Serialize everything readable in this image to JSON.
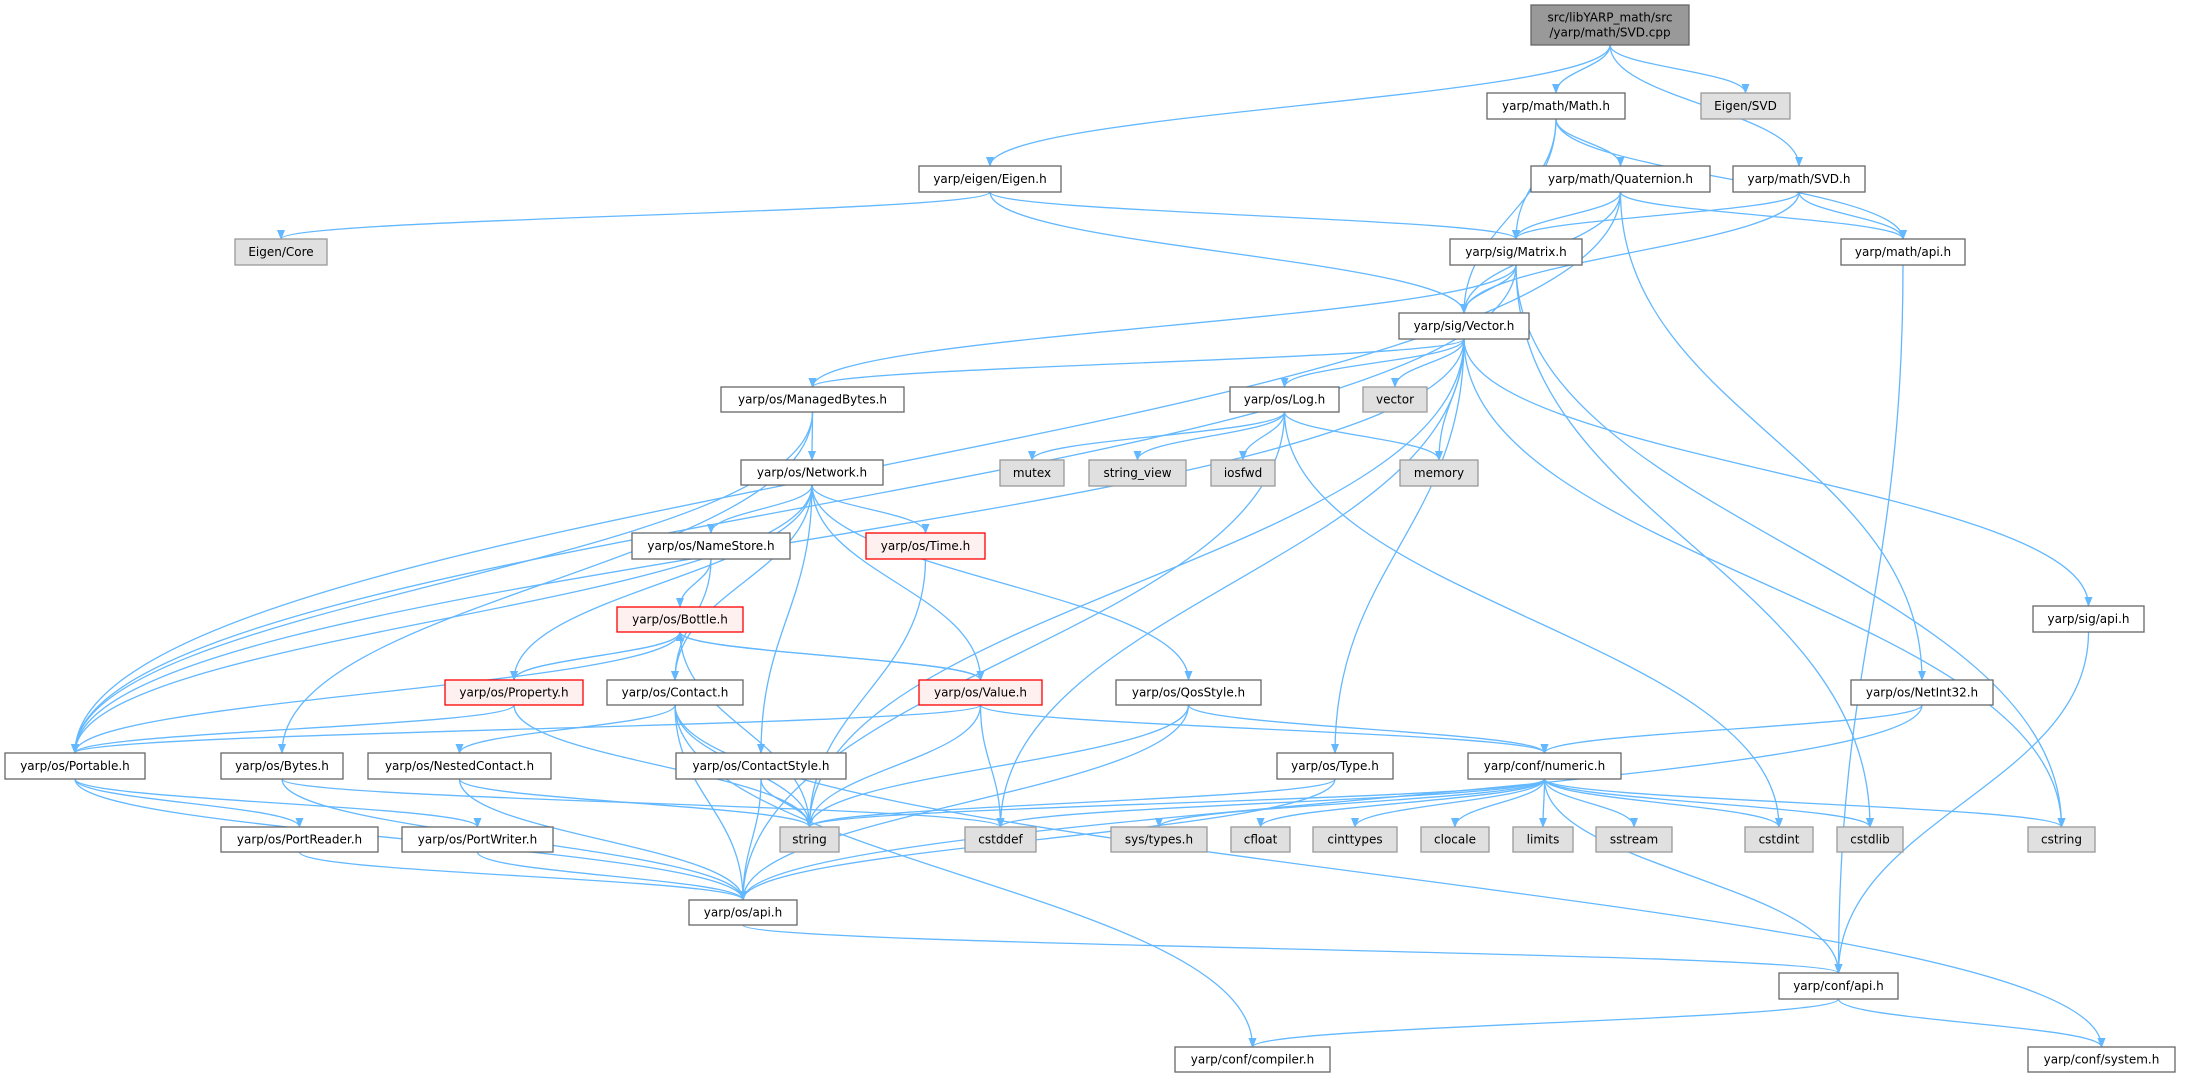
{
  "title": "src/libYARP_math/src/yarp/math/SVD.cpp",
  "colors": {
    "edge": "#63b8ff",
    "root_fill": "#999999",
    "sys_fill": "#e0e0e0",
    "red_border": "#ff0000",
    "red_fill": "#fff0f0",
    "node_border": "#666666"
  },
  "nodes": [
    {
      "id": "root",
      "label": [
        "src/libYARP_math/src",
        "/yarp/math/SVD.cpp"
      ],
      "kind": "root"
    },
    {
      "id": "eigensvd",
      "label": "Eigen/SVD",
      "kind": "system"
    },
    {
      "id": "math",
      "label": "yarp/math/Math.h",
      "kind": "normal"
    },
    {
      "id": "eigenh",
      "label": "yarp/eigen/Eigen.h",
      "kind": "normal"
    },
    {
      "id": "quat",
      "label": "yarp/math/Quaternion.h",
      "kind": "normal"
    },
    {
      "id": "svdh",
      "label": "yarp/math/SVD.h",
      "kind": "normal"
    },
    {
      "id": "eigencore",
      "label": "Eigen/Core",
      "kind": "system"
    },
    {
      "id": "matrix",
      "label": "yarp/sig/Matrix.h",
      "kind": "normal"
    },
    {
      "id": "mathapi",
      "label": "yarp/math/api.h",
      "kind": "normal"
    },
    {
      "id": "vector",
      "label": "yarp/sig/Vector.h",
      "kind": "normal"
    },
    {
      "id": "managed",
      "label": "yarp/os/ManagedBytes.h",
      "kind": "normal"
    },
    {
      "id": "log",
      "label": "yarp/os/Log.h",
      "kind": "normal"
    },
    {
      "id": "vectorstd",
      "label": "vector",
      "kind": "system"
    },
    {
      "id": "network",
      "label": "yarp/os/Network.h",
      "kind": "normal"
    },
    {
      "id": "mutex",
      "label": "mutex",
      "kind": "system"
    },
    {
      "id": "stringview",
      "label": "string_view",
      "kind": "system"
    },
    {
      "id": "iosfwd",
      "label": "iosfwd",
      "kind": "system"
    },
    {
      "id": "memory",
      "label": "memory",
      "kind": "system"
    },
    {
      "id": "namestore",
      "label": "yarp/os/NameStore.h",
      "kind": "normal"
    },
    {
      "id": "time",
      "label": "yarp/os/Time.h",
      "kind": "red"
    },
    {
      "id": "sigapi",
      "label": "yarp/sig/api.h",
      "kind": "normal"
    },
    {
      "id": "bottle",
      "label": "yarp/os/Bottle.h",
      "kind": "red"
    },
    {
      "id": "property",
      "label": "yarp/os/Property.h",
      "kind": "red"
    },
    {
      "id": "contact",
      "label": "yarp/os/Contact.h",
      "kind": "normal"
    },
    {
      "id": "value",
      "label": "yarp/os/Value.h",
      "kind": "red"
    },
    {
      "id": "qos",
      "label": "yarp/os/QosStyle.h",
      "kind": "normal"
    },
    {
      "id": "netint",
      "label": "yarp/os/NetInt32.h",
      "kind": "normal"
    },
    {
      "id": "portable",
      "label": "yarp/os/Portable.h",
      "kind": "normal"
    },
    {
      "id": "bytes",
      "label": "yarp/os/Bytes.h",
      "kind": "normal"
    },
    {
      "id": "nested",
      "label": "yarp/os/NestedContact.h",
      "kind": "normal"
    },
    {
      "id": "cstyle",
      "label": "yarp/os/ContactStyle.h",
      "kind": "normal"
    },
    {
      "id": "type",
      "label": "yarp/os/Type.h",
      "kind": "normal"
    },
    {
      "id": "numeric",
      "label": "yarp/conf/numeric.h",
      "kind": "normal"
    },
    {
      "id": "preader",
      "label": "yarp/os/PortReader.h",
      "kind": "normal"
    },
    {
      "id": "pwriter",
      "label": "yarp/os/PortWriter.h",
      "kind": "normal"
    },
    {
      "id": "string",
      "label": "string",
      "kind": "system"
    },
    {
      "id": "cstddef",
      "label": "cstddef",
      "kind": "system"
    },
    {
      "id": "systypes",
      "label": "sys/types.h",
      "kind": "system"
    },
    {
      "id": "cfloat",
      "label": "cfloat",
      "kind": "system"
    },
    {
      "id": "cinttypes",
      "label": "cinttypes",
      "kind": "system"
    },
    {
      "id": "clocale",
      "label": "clocale",
      "kind": "system"
    },
    {
      "id": "limits",
      "label": "limits",
      "kind": "system"
    },
    {
      "id": "sstream",
      "label": "sstream",
      "kind": "system"
    },
    {
      "id": "cstdint",
      "label": "cstdint",
      "kind": "system"
    },
    {
      "id": "cstdlib",
      "label": "cstdlib",
      "kind": "system"
    },
    {
      "id": "cstring",
      "label": "cstring",
      "kind": "system"
    },
    {
      "id": "osapi",
      "label": "yarp/os/api.h",
      "kind": "normal"
    },
    {
      "id": "confapi",
      "label": "yarp/conf/api.h",
      "kind": "normal"
    },
    {
      "id": "compiler",
      "label": "yarp/conf/compiler.h",
      "kind": "normal"
    },
    {
      "id": "system",
      "label": "yarp/conf/system.h",
      "kind": "normal"
    }
  ],
  "edges": [
    [
      "root",
      "eigenh"
    ],
    [
      "root",
      "math"
    ],
    [
      "root",
      "svdh"
    ],
    [
      "root",
      "eigensvd"
    ],
    [
      "math",
      "quat"
    ],
    [
      "math",
      "matrix"
    ],
    [
      "math",
      "vector"
    ],
    [
      "math",
      "mathapi"
    ],
    [
      "eigenh",
      "eigencore"
    ],
    [
      "eigenh",
      "matrix"
    ],
    [
      "eigenh",
      "vector"
    ],
    [
      "quat",
      "matrix"
    ],
    [
      "quat",
      "vector"
    ],
    [
      "quat",
      "mathapi"
    ],
    [
      "quat",
      "portable"
    ],
    [
      "quat",
      "netint"
    ],
    [
      "svdh",
      "matrix"
    ],
    [
      "svdh",
      "vector"
    ],
    [
      "svdh",
      "mathapi"
    ],
    [
      "mathapi",
      "confapi"
    ],
    [
      "matrix",
      "vector"
    ],
    [
      "matrix",
      "managed"
    ],
    [
      "matrix",
      "portable"
    ],
    [
      "matrix",
      "cstdlib"
    ],
    [
      "matrix",
      "cstring"
    ],
    [
      "vector",
      "managed"
    ],
    [
      "vector",
      "portable"
    ],
    [
      "vector",
      "log"
    ],
    [
      "vector",
      "vectorstd"
    ],
    [
      "vector",
      "memory"
    ],
    [
      "vector",
      "string"
    ],
    [
      "vector",
      "type"
    ],
    [
      "vector",
      "cstddef"
    ],
    [
      "vector",
      "cstring"
    ],
    [
      "vector",
      "sigapi"
    ],
    [
      "managed",
      "network"
    ],
    [
      "managed",
      "portable"
    ],
    [
      "managed",
      "bytes"
    ],
    [
      "log",
      "mutex"
    ],
    [
      "log",
      "stringview"
    ],
    [
      "log",
      "iosfwd"
    ],
    [
      "log",
      "memory"
    ],
    [
      "log",
      "cstdint"
    ],
    [
      "log",
      "osapi"
    ],
    [
      "network",
      "namestore"
    ],
    [
      "network",
      "time"
    ],
    [
      "network",
      "value"
    ],
    [
      "network",
      "qos"
    ],
    [
      "network",
      "cstyle"
    ],
    [
      "network",
      "contact"
    ],
    [
      "network",
      "property"
    ],
    [
      "network",
      "portable"
    ],
    [
      "namestore",
      "bottle"
    ],
    [
      "namestore",
      "contact"
    ],
    [
      "bottle",
      "property"
    ],
    [
      "bottle",
      "value"
    ],
    [
      "bottle",
      "portable"
    ],
    [
      "bottle",
      "string"
    ],
    [
      "property",
      "bottle"
    ],
    [
      "property",
      "portable"
    ],
    [
      "property",
      "string"
    ],
    [
      "value",
      "bottle"
    ],
    [
      "value",
      "portable"
    ],
    [
      "value",
      "string"
    ],
    [
      "value",
      "cstddef"
    ],
    [
      "value",
      "numeric"
    ],
    [
      "time",
      "string"
    ],
    [
      "contact",
      "nested"
    ],
    [
      "contact",
      "string"
    ],
    [
      "contact",
      "osapi"
    ],
    [
      "contact",
      "compiler"
    ],
    [
      "contact",
      "system"
    ],
    [
      "qos",
      "string"
    ],
    [
      "qos",
      "osapi"
    ],
    [
      "qos",
      "numeric"
    ],
    [
      "cstyle",
      "string"
    ],
    [
      "cstyle",
      "osapi"
    ],
    [
      "bytes",
      "osapi"
    ],
    [
      "bytes",
      "cstddef"
    ],
    [
      "nested",
      "string"
    ],
    [
      "nested",
      "osapi"
    ],
    [
      "portable",
      "preader"
    ],
    [
      "portable",
      "pwriter"
    ],
    [
      "portable",
      "osapi"
    ],
    [
      "preader",
      "osapi"
    ],
    [
      "pwriter",
      "osapi"
    ],
    [
      "type",
      "string"
    ],
    [
      "type",
      "osapi"
    ],
    [
      "numeric",
      "string"
    ],
    [
      "numeric",
      "cstddef"
    ],
    [
      "numeric",
      "systypes"
    ],
    [
      "numeric",
      "cfloat"
    ],
    [
      "numeric",
      "cinttypes"
    ],
    [
      "numeric",
      "clocale"
    ],
    [
      "numeric",
      "limits"
    ],
    [
      "numeric",
      "sstream"
    ],
    [
      "numeric",
      "cstdint"
    ],
    [
      "numeric",
      "cstdlib"
    ],
    [
      "numeric",
      "cstring"
    ],
    [
      "numeric",
      "confapi"
    ],
    [
      "netint",
      "numeric"
    ],
    [
      "netint",
      "osapi"
    ],
    [
      "sigapi",
      "confapi"
    ],
    [
      "osapi",
      "confapi"
    ],
    [
      "confapi",
      "compiler"
    ],
    [
      "confapi",
      "system"
    ]
  ]
}
